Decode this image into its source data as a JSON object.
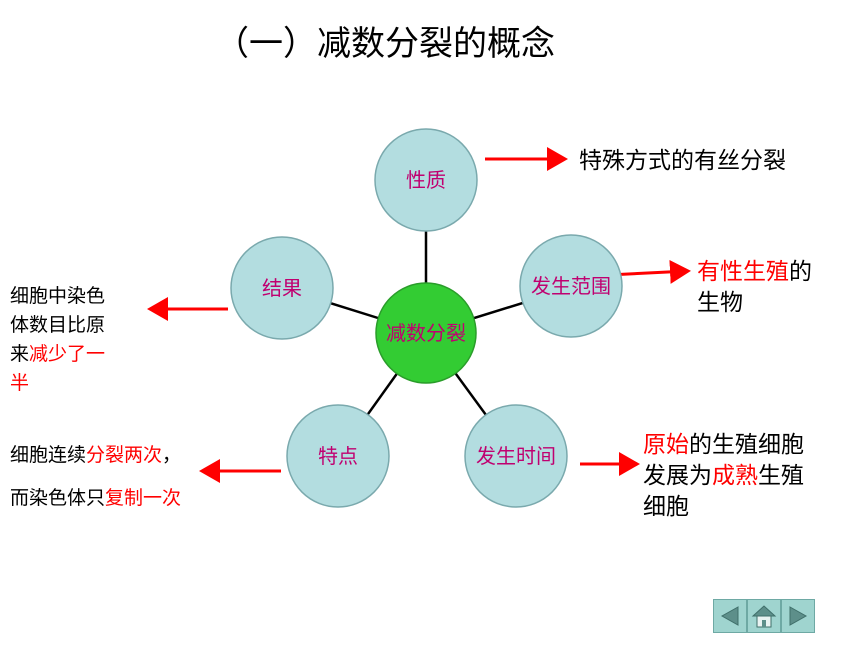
{
  "title": "（一）减数分裂的概念",
  "center": {
    "label": "减数分裂"
  },
  "nodes": {
    "nature": "性质",
    "result": "结果",
    "scope": "发生范围",
    "feature": "特点",
    "time": "发生时间"
  },
  "notes": {
    "nature": {
      "text": "特殊方式的有丝分裂"
    },
    "scope": {
      "part1_red": "有性生殖",
      "part2": "的",
      "line2": "生物"
    },
    "result": {
      "line1": "细胞中染色",
      "line2": "体数目比原",
      "line3_a": "来",
      "line3_red": "减少了一",
      "line4_red": "半"
    },
    "feature": {
      "line1_a": "细胞连续",
      "line1_red": "分裂两次",
      "line1_b": "，",
      "line2_a": "而染色体只",
      "line2_red": "复制一次"
    },
    "time": {
      "line1_red": "原始",
      "line1_b": "的生殖细胞",
      "line2_a": "发展为",
      "line2_red": "成熟",
      "line2_b": "生殖",
      "line3": "细胞"
    }
  },
  "colors": {
    "node_fill": "#b3dde0",
    "center_fill": "#33cc33",
    "node_text": "#c00070",
    "arrow": "#ff0000",
    "emphasis": "#ff0000"
  },
  "nav": {
    "prev": "prev-arrow-icon",
    "home": "home-icon",
    "next": "next-arrow-icon"
  }
}
